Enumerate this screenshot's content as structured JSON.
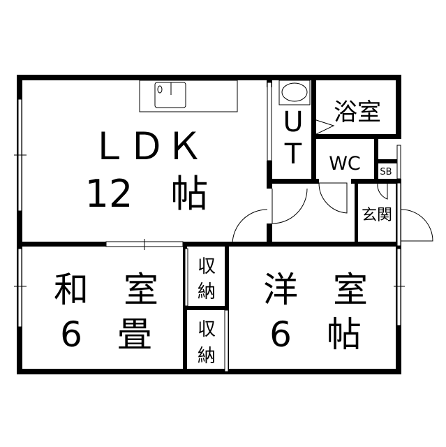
{
  "floorplan": {
    "rooms": {
      "ldk": {
        "name": "ＬＤＫ",
        "size": "12　帖"
      },
      "unit_bath": {
        "line1": "U",
        "line2": "T"
      },
      "bath": {
        "name": "浴室"
      },
      "wc": {
        "name": "WC"
      },
      "shoe_box": {
        "name": "SB"
      },
      "entrance": {
        "name": "玄関"
      },
      "washitsu": {
        "name": "和　室",
        "size": "6　畳"
      },
      "closet_upper": {
        "c1": "収",
        "c2": "納"
      },
      "closet_lower": {
        "c1": "収",
        "c2": "納"
      },
      "yoshitsu": {
        "name": "洋　室",
        "size": "6　帖"
      }
    }
  }
}
